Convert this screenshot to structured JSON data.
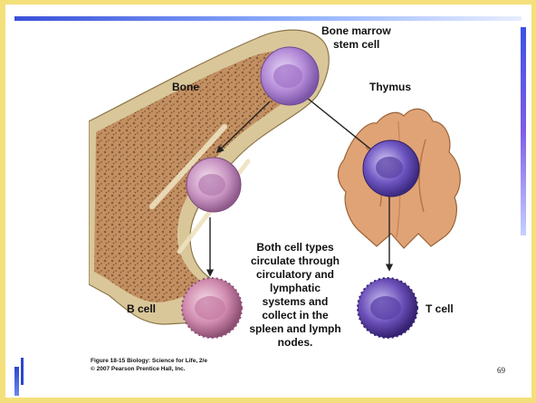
{
  "figure": {
    "labels": {
      "bone_marrow_line1": "Bone marrow",
      "bone_marrow_line2": "stem cell",
      "bone": "Bone",
      "thymus": "Thymus",
      "b_cell": "B cell",
      "t_cell": "T cell"
    },
    "caption_lines": [
      "Both cell types",
      "circulate through",
      "circulatory and",
      "lymphatic",
      "systems and",
      "collect in the",
      "spleen and lymph",
      "nodes."
    ],
    "credit_line1": "Figure 18-15  Biology: Science for Life, 2/e",
    "credit_line2": "© 2007 Pearson Prentice Hall, Inc."
  },
  "slide": {
    "page_number": "69"
  },
  "colors": {
    "frame": "#f4e07a",
    "accent_blue": "#3a4fd8",
    "bone": "#d9c79a",
    "marrow": "#a8744a",
    "thymus": "#e0a376",
    "stem_cell": "#b690d8",
    "b_cell": "#c77fa3",
    "t_cell": "#6a4fb8"
  }
}
